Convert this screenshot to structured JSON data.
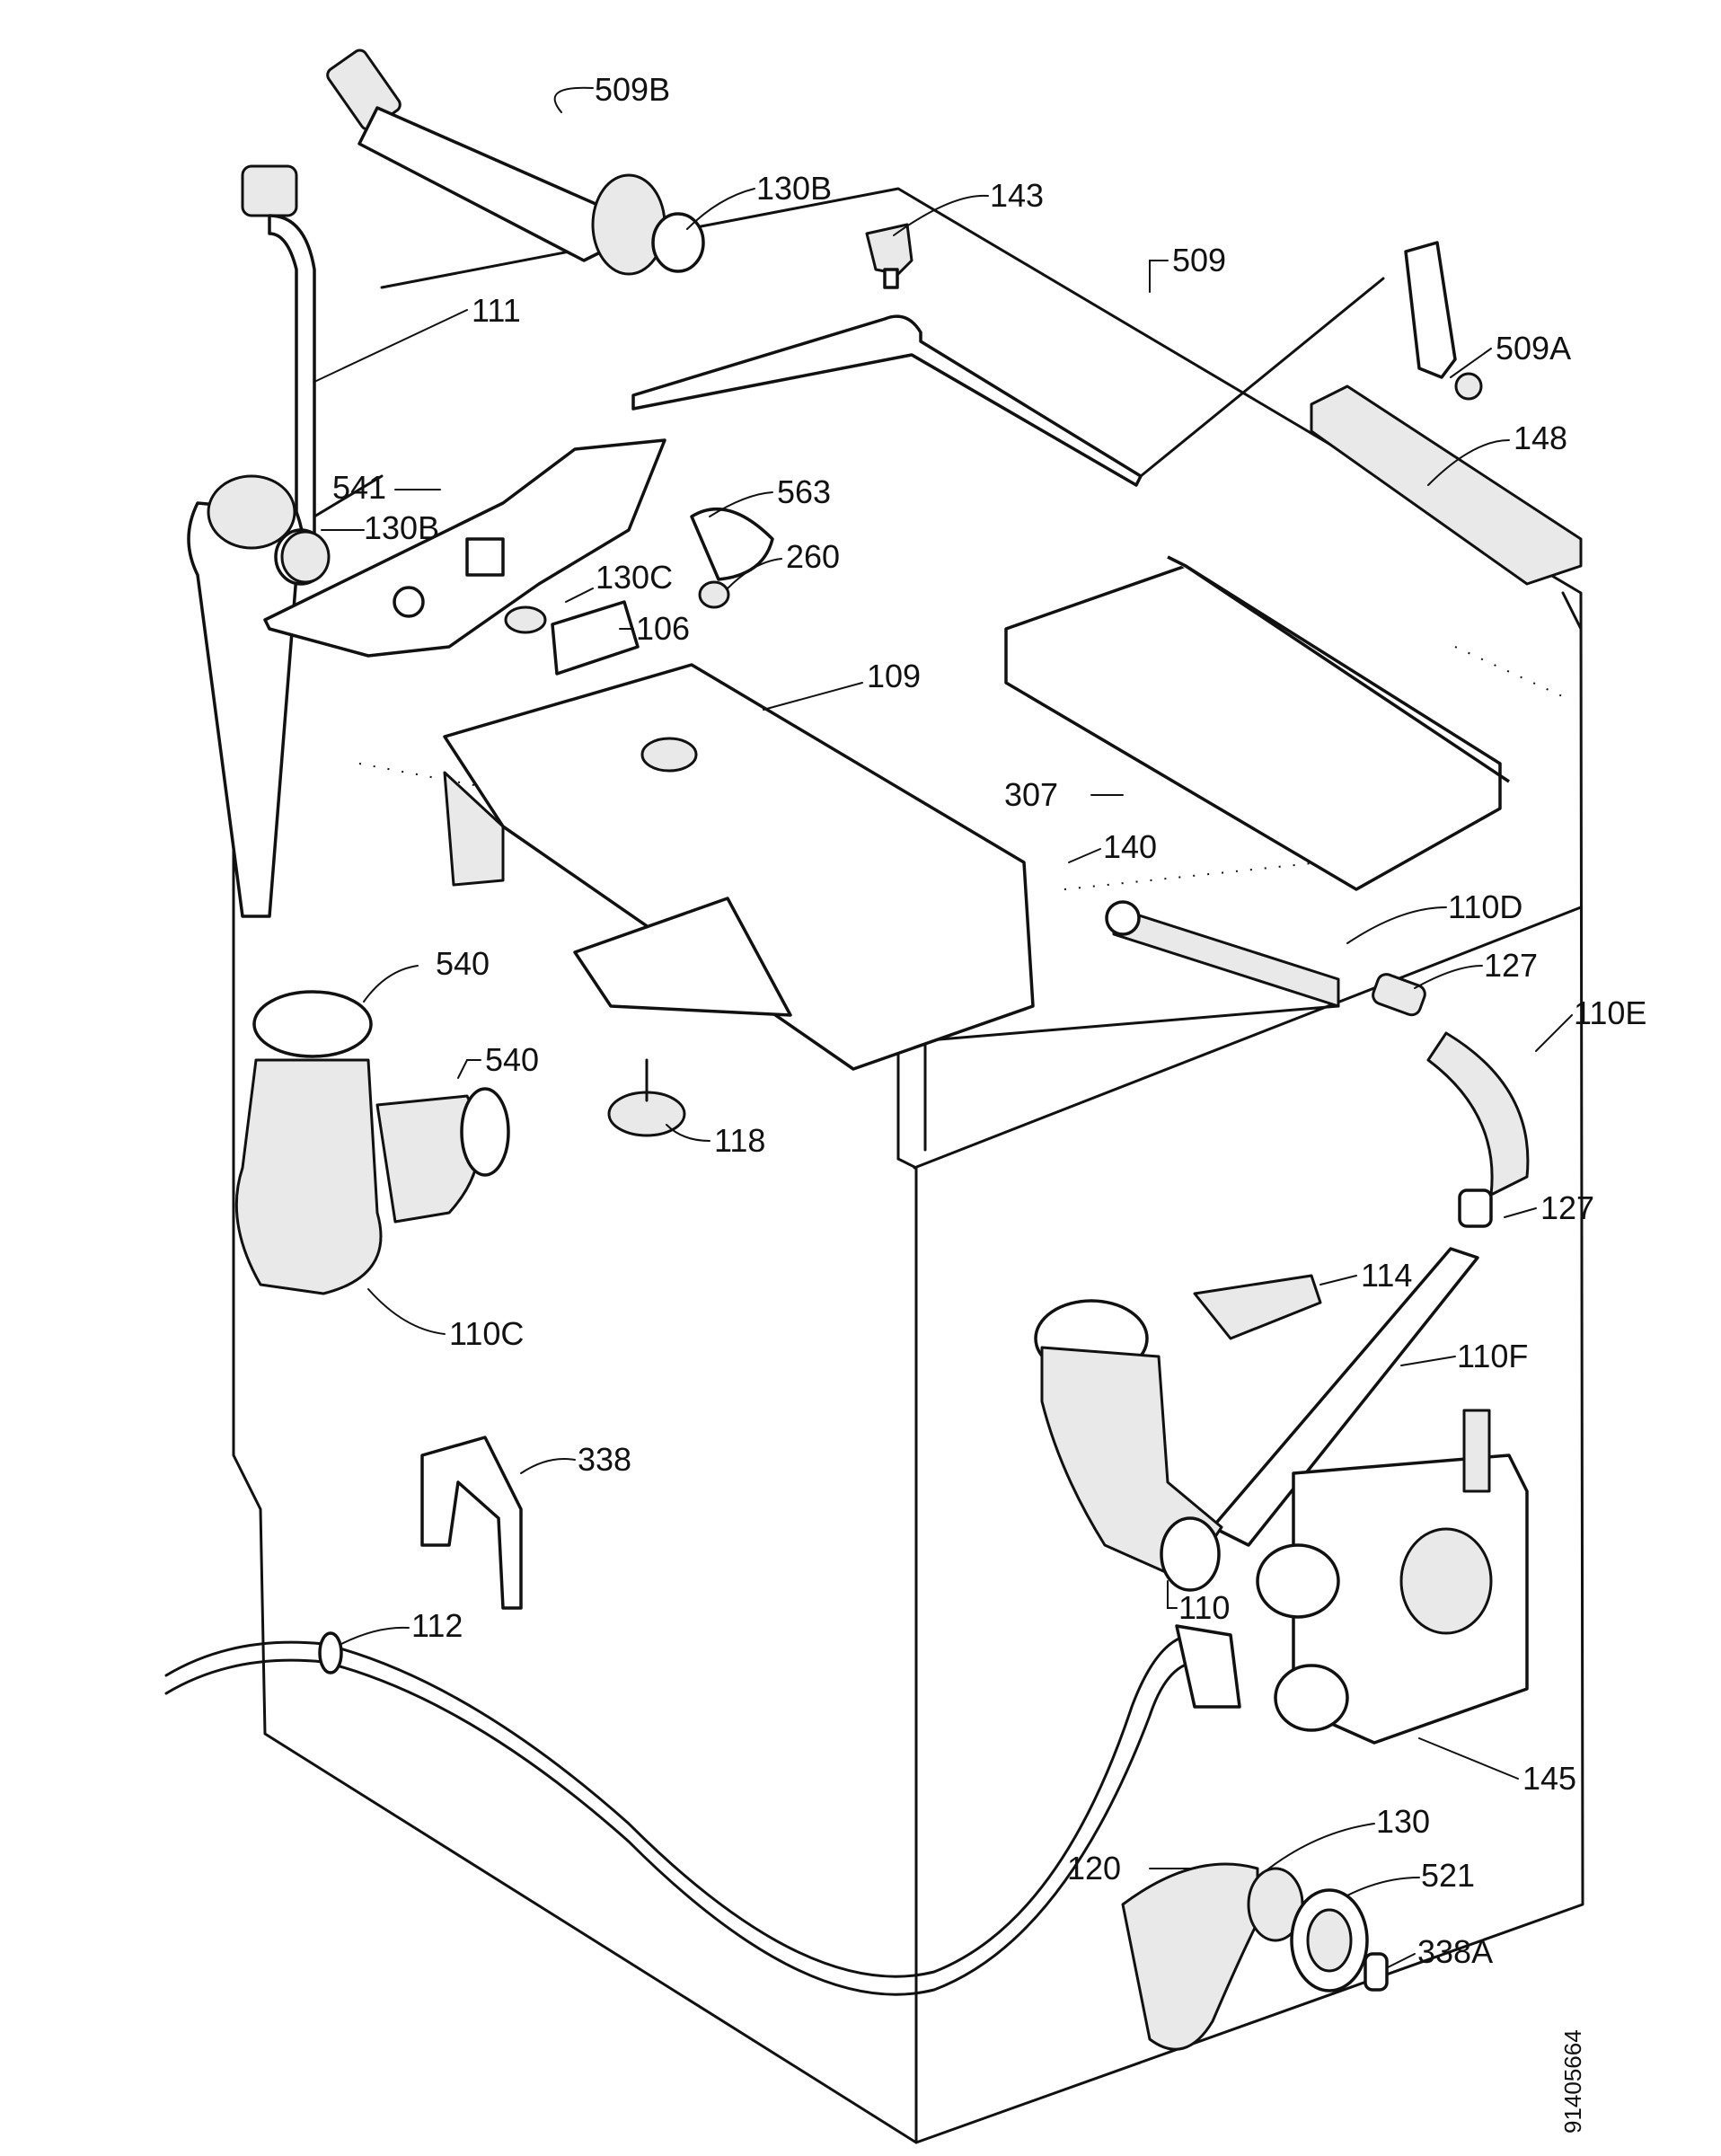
{
  "labels": {
    "l509b": "509B",
    "l130b_top": "130B",
    "l143": "143",
    "l509": "509",
    "l111": "111",
    "l509a": "509A",
    "l148": "148",
    "l541": "541",
    "l130b": "130B",
    "l563": "563",
    "l260": "260",
    "l130c": "130C",
    "l106": "106",
    "l109": "109",
    "l307": "307",
    "l140": "140",
    "l110d": "110D",
    "l540a": "540",
    "l127a": "127",
    "l110e": "110E",
    "l540b": "540",
    "l118": "118",
    "l127b": "127",
    "l110c": "110C",
    "l114": "114",
    "l110f": "110F",
    "l338": "338",
    "l110": "110",
    "l112": "112",
    "l145": "145",
    "l130": "130",
    "l120": "120",
    "l521": "521",
    "l338a": "338A"
  },
  "drawing_code": "91405664"
}
